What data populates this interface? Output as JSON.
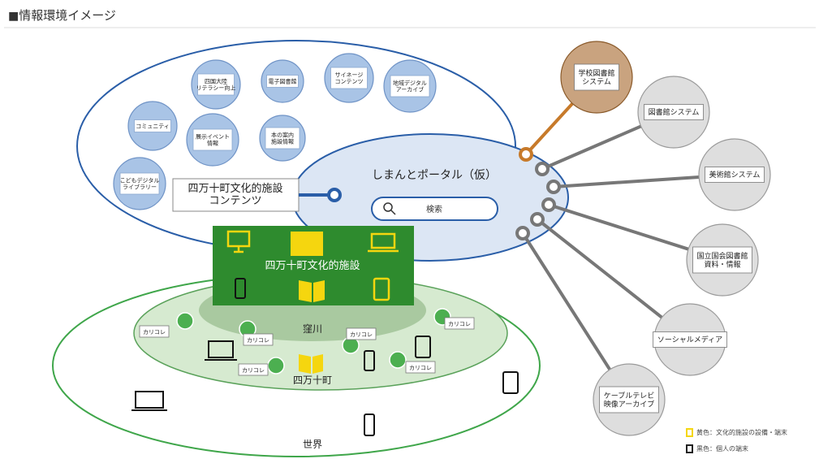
{
  "heading": "情報環境イメージ",
  "heading_mark": "■",
  "colors": {
    "outer_blue_stroke": "#2a5ea8",
    "portal_fill": "#dce6f4",
    "content_bubble": "#a9c4e6",
    "green_block": "#2e8b2e",
    "green_ellipse": "#d6ead0",
    "external_circle": "#dedede",
    "school_library": "#c9a37f",
    "orange_link": "#c77a2a",
    "device_yellow": "#f5d60f"
  },
  "content_bubbles": [
    {
      "label": "四国大陸\nリテラシー向上"
    },
    {
      "label": "電子図書館"
    },
    {
      "label": "サイネージ\nコンテンツ"
    },
    {
      "label": "地域デジタル\nアーカイブ"
    },
    {
      "label": "コミュニティ"
    },
    {
      "label": "展示イベント\n情報"
    },
    {
      "label": "本の案内\n施設情報"
    },
    {
      "label": "こどもデジタル\nライブラリー"
    }
  ],
  "contents_box": "四万十町文化的施設\nコンテンツ",
  "portal": {
    "title": "しまんとポータル（仮）",
    "search_label": "検索"
  },
  "facility_label": "四万十町文化的施設",
  "regions": {
    "kubokawa": "窪川",
    "shimanto": "四万十町",
    "world": "世界"
  },
  "karikore_tag": "カリコレ",
  "external_systems": [
    {
      "label": "学校図書館\nシステム",
      "kind": "school"
    },
    {
      "label": "図書館システム",
      "kind": "normal"
    },
    {
      "label": "美術館システム",
      "kind": "normal"
    },
    {
      "label": "国立国会図書館\n資料・情報",
      "kind": "normal"
    },
    {
      "label": "ソーシャルメディア",
      "kind": "normal"
    },
    {
      "label": "ケーブルテレビ\n映像アーカイブ",
      "kind": "normal"
    }
  ],
  "legend": [
    {
      "text": "黄色：文化的施設の設備・端末",
      "color": "yellow"
    },
    {
      "text": "黒色：個人の端末",
      "color": "black"
    }
  ]
}
